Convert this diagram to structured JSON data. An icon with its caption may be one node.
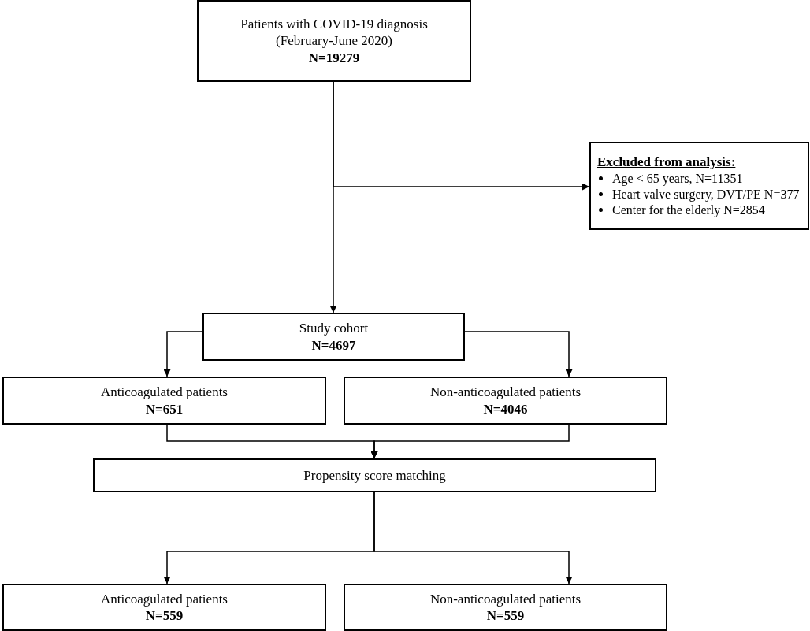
{
  "diagram": {
    "nodes": [
      {
        "text": [
          "Patients with COVID-19 diagnosis (February-June 2020)",
          "N=19279"
        ]
      },
      {
        "text": [
          "Excluded from analysis:",
          "Age < 65 years, N=11351",
          "Heart valve surgery, DVT/PE N=377",
          "Center for the elderly N=2854"
        ]
      },
      {
        "text": [
          "Study cohort",
          "N=4697"
        ]
      },
      {
        "text": [
          "Anticoagulated patients",
          "N=651"
        ]
      },
      {
        "text": [
          "Non-anticoagulated patients",
          "N=4046"
        ]
      },
      {
        "text": [
          "Propensity score matching"
        ]
      },
      {
        "text": [
          "Anticoagulated patients",
          "N=559"
        ]
      },
      {
        "text": [
          "Non-anticoagulated patients",
          "N=559"
        ]
      }
    ],
    "edges": [
      {
        "from": 0,
        "to": 2,
        "arrow": "to"
      },
      {
        "from": 0,
        "to": 1,
        "arrow": "to"
      },
      {
        "from": 2,
        "to": 3,
        "arrow": "to"
      },
      {
        "from": 2,
        "to": 4,
        "arrow": "to"
      },
      {
        "from": 3,
        "to": 5,
        "arrow": "to"
      },
      {
        "from": 4,
        "to": 5,
        "arrow": "to"
      },
      {
        "from": 5,
        "to": 6,
        "arrow": "to"
      },
      {
        "from": 5,
        "to": 7,
        "arrow": "to"
      }
    ]
  }
}
